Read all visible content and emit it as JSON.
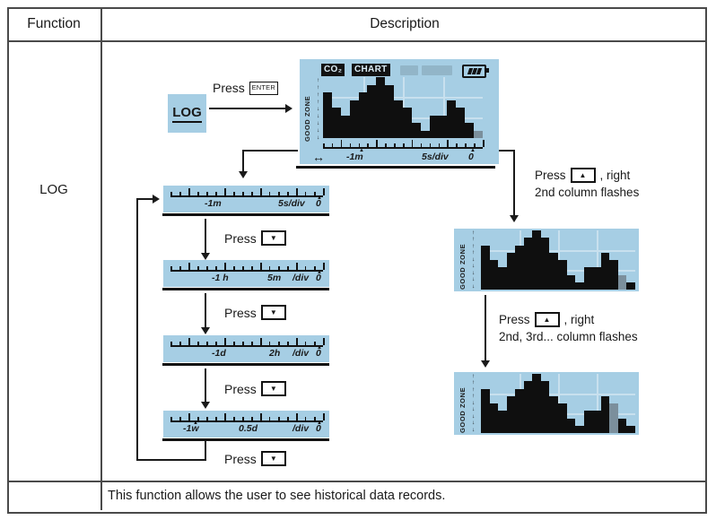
{
  "header": {
    "function": "Function",
    "description": "Description"
  },
  "function_label": "LOG",
  "footer_text": "This function allows the user to see historical data records.",
  "flow": {
    "log_button": "LOG",
    "press": "Press",
    "enter_key": "ENTER",
    "down_key": "▼",
    "up_key": "▲",
    "right_suffix": ", right",
    "flash_note_1": "2nd column flashes",
    "flash_note_2": "2nd, 3rd... column flashes"
  },
  "display": {
    "badge_co2": "CO₂",
    "badge_chart": "CHART",
    "good_zone": "GOOD ZONE",
    "pan_icon": "↔",
    "axis": {
      "left": "-1m",
      "div": "5s/div",
      "zero": "0"
    }
  },
  "strips": [
    {
      "left": "-1m",
      "mid": "",
      "div": "5s/div",
      "zero": "0"
    },
    {
      "left": "-1 h",
      "mid": "5m",
      "div": "/div",
      "zero": "0"
    },
    {
      "left": "-1d",
      "mid": "2h",
      "div": "/div",
      "zero": "0"
    },
    {
      "left": "-1w",
      "mid": "0.5d",
      "div": "/div",
      "zero": "0"
    }
  ],
  "icons": {
    "marker": "▲",
    "up": "↑",
    "down": "↓"
  },
  "chart_data": [
    {
      "type": "bar",
      "name": "main-co2-history-chart",
      "levels_max": 8,
      "heights": [
        6,
        4,
        3,
        5,
        6,
        7,
        8,
        7,
        5,
        4,
        2,
        1,
        3,
        3,
        5,
        4,
        2,
        1
      ],
      "flash_columns": [
        17
      ]
    },
    {
      "type": "bar",
      "name": "history-chart-2nd-column-flash",
      "levels_max": 8,
      "heights": [
        6,
        4,
        3,
        5,
        6,
        7,
        8,
        7,
        5,
        4,
        2,
        1,
        3,
        3,
        5,
        4,
        2,
        1
      ],
      "flash_columns": [
        16
      ]
    },
    {
      "type": "bar",
      "name": "history-chart-2nd-3rd-column-flash",
      "levels_max": 8,
      "heights": [
        6,
        4,
        3,
        5,
        6,
        7,
        8,
        7,
        5,
        4,
        2,
        1,
        3,
        3,
        5,
        4,
        2,
        1
      ],
      "flash_columns": [
        15
      ]
    }
  ],
  "colors": {
    "lcd": "#a6cee4",
    "bar": "#0f0f0f",
    "flash": "#7b8f9c",
    "grid": "#c8e0ee"
  }
}
